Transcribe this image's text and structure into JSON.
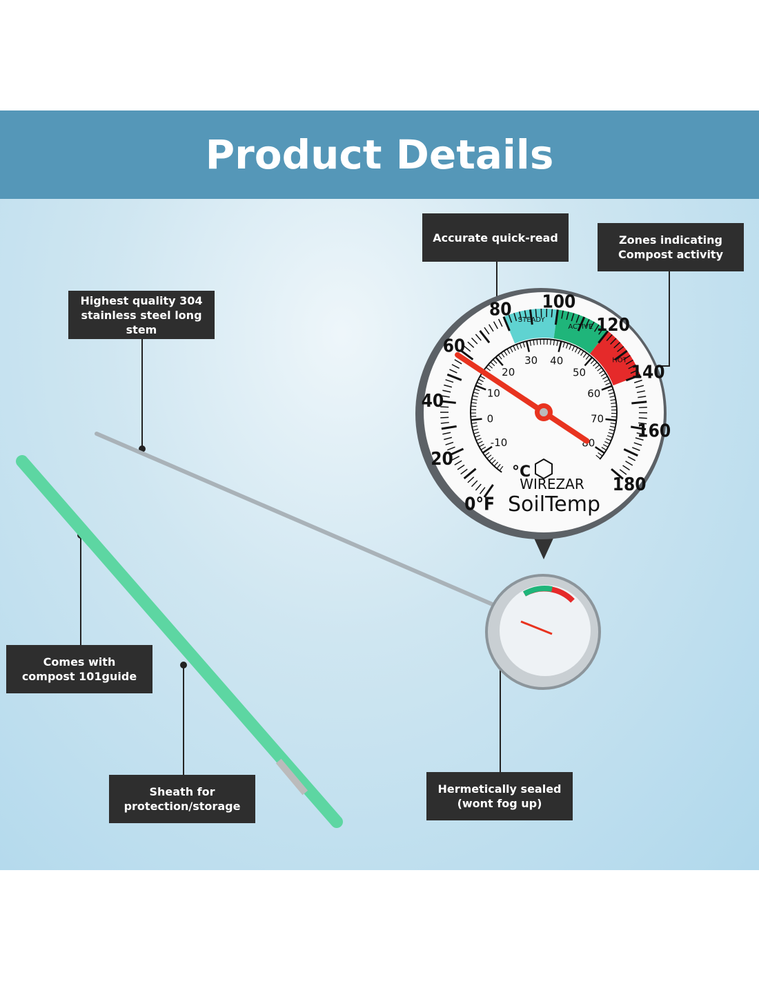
{
  "header": {
    "title": "Product Details"
  },
  "callouts": {
    "quick_read": [
      "Accurate quick-read"
    ],
    "zones": [
      "Zones indicating",
      "Compost activity"
    ],
    "stem": [
      "Highest quality 304",
      "stainless steel long stem"
    ],
    "guide": [
      "Comes with",
      "compost 101guide"
    ],
    "sheath": [
      "Sheath for",
      "protection/storage"
    ],
    "sealed": [
      "Hermetically sealed",
      "(wont fog up)"
    ]
  },
  "gauge": {
    "brand": "WIREZAR",
    "product": "SoilTemp",
    "f_labels": [
      "0°F",
      "20",
      "40",
      "60",
      "80",
      "100",
      "120",
      "140",
      "160",
      "180"
    ],
    "c_labels": [
      "-10",
      "0",
      "10",
      "20",
      "30",
      "40",
      "50",
      "60",
      "70",
      "80"
    ],
    "c_unit": "°C",
    "zones": [
      "STEADY",
      "ACTIVE",
      "HOT"
    ],
    "pointer_f": 58,
    "colors": {
      "steady": "#5fd3d1",
      "active": "#1fb57a",
      "hot": "#e52a2a",
      "needle": "#e8331f"
    }
  }
}
